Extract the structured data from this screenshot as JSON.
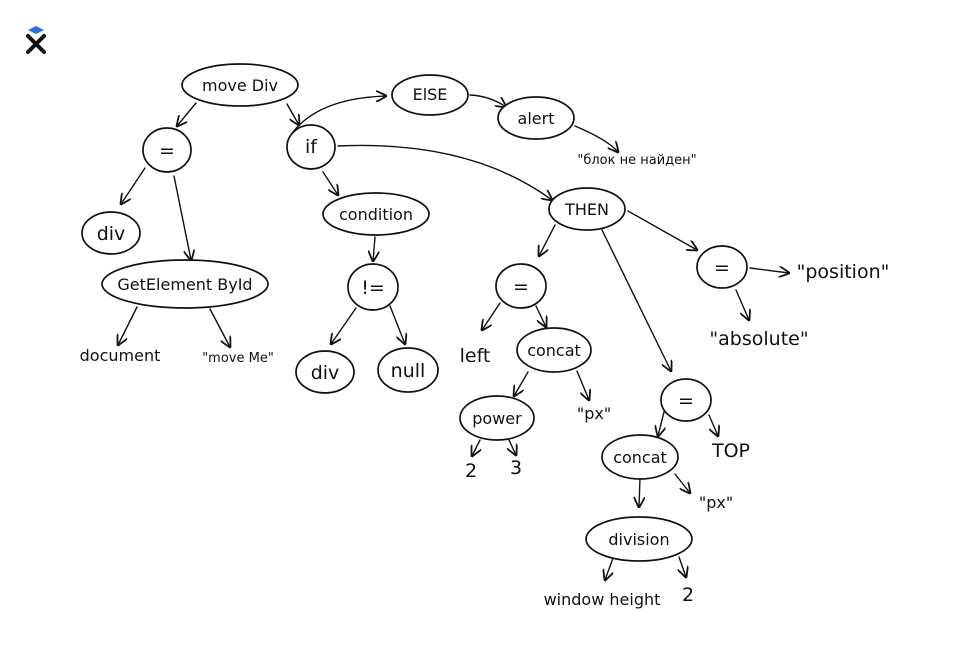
{
  "app": {
    "logo_icon": "x-logo-icon",
    "accent_color": "#2f6fd6",
    "ink_color": "#111111"
  },
  "diagram": {
    "nodes": {
      "move_div": "move Div",
      "assign_div": "=",
      "div_var": "div",
      "get_element": "GetElement ById",
      "document": "document",
      "move_me": "\"move Me\"",
      "if": "if",
      "else": "ElSE",
      "alert": "alert",
      "not_found": "\"блок не найден\"",
      "condition": "condition",
      "not_equal": "!=",
      "cond_div": "div",
      "null": "null",
      "then": "THEN",
      "assign_left": "=",
      "left": "left",
      "concat_left": "concat",
      "power": "power",
      "two": "2",
      "three": "3",
      "px_left": "\"px\"",
      "assign_top": "=",
      "concat_top": "concat",
      "top": "TOP",
      "px_top": "\"px\"",
      "division": "division",
      "window_height": "window height",
      "two_div": "2",
      "assign_position": "=",
      "position": "\"position\"",
      "absolute": "\"absolute\""
    }
  }
}
